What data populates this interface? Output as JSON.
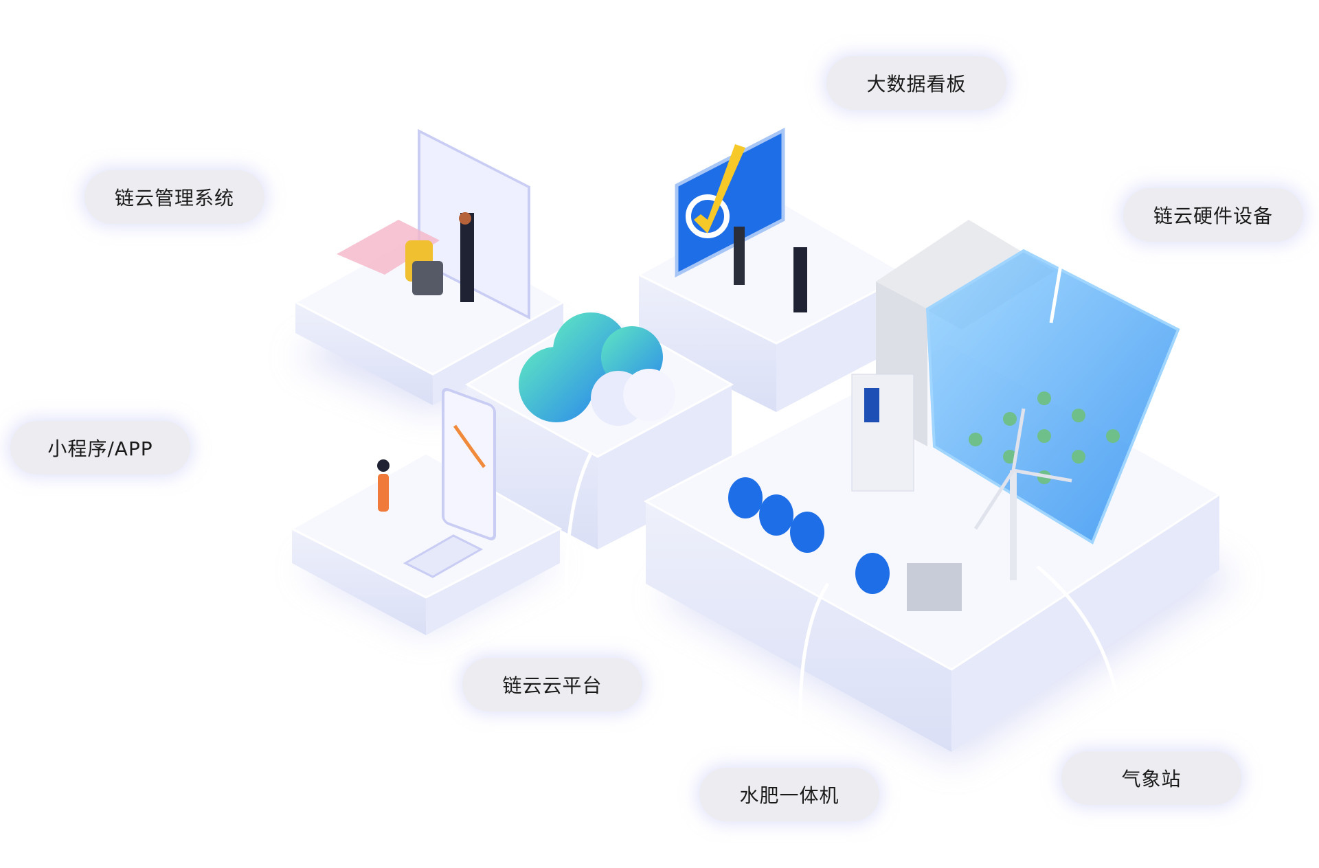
{
  "labels": {
    "management_system": "链云管理系统",
    "big_data_dashboard": "大数据看板",
    "hardware_devices": "链云硬件设备",
    "mini_program_app": "小程序/APP",
    "cloud_platform": "链云云平台",
    "water_fertilizer_machine": "水肥一体机",
    "weather_station": "气象站"
  },
  "colors": {
    "pill_bg": "#ececf1",
    "platform_top": "#f7f8fd",
    "platform_side": "#e3e6f8",
    "accent_blue": "#1e6ee8",
    "cloud_teal": "#4fdcc0"
  }
}
